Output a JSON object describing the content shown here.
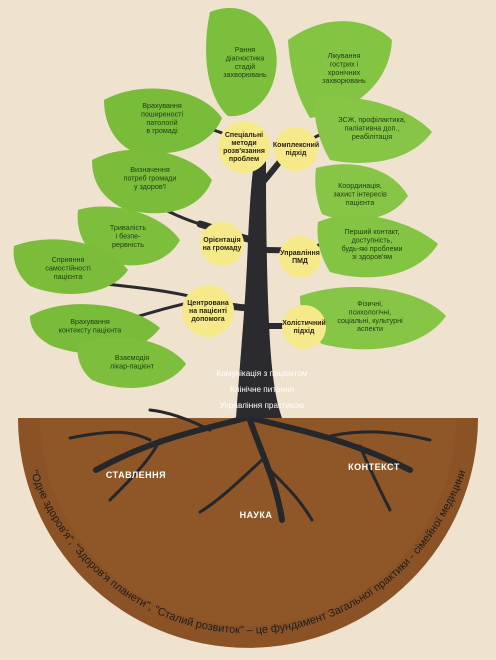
{
  "leaves": [
    {
      "id": "leaf-early-diagnosis",
      "lines": [
        "Рання",
        "діагностика",
        "стадій",
        "захворювань"
      ]
    },
    {
      "id": "leaf-treatment",
      "lines": [
        "Лікування",
        "гострих і",
        "хронічних",
        "захворювань"
      ]
    },
    {
      "id": "leaf-community-problems",
      "lines": [
        "Врахування",
        "поширеності",
        "патологій",
        "в громаді"
      ]
    },
    {
      "id": "leaf-healthy-lifestyle",
      "lines": [
        "ЗСЖ, профілактика,",
        "паліативна доп.,",
        "реабілітація"
      ]
    },
    {
      "id": "leaf-community-needs",
      "lines": [
        "Визначення",
        "потреб громади",
        "у здоров'ї"
      ]
    },
    {
      "id": "leaf-coordination",
      "lines": [
        "Координація,",
        "захист інтересів",
        "пацієнта"
      ]
    },
    {
      "id": "leaf-continuity",
      "lines": [
        "Тривалість",
        "і безпе-",
        "рервність"
      ]
    },
    {
      "id": "leaf-first-contact",
      "lines": [
        "Перший контакт,",
        "доступність,",
        "будь-які проблеми",
        "зі здоров'ям"
      ]
    },
    {
      "id": "leaf-self-reliance",
      "lines": [
        "Сприяння",
        "самостійності",
        "пацієнта"
      ]
    },
    {
      "id": "leaf-patient-context",
      "lines": [
        "Врахування",
        "контексту пацієнта"
      ]
    },
    {
      "id": "leaf-physical-aspects",
      "lines": [
        "Фізичні,",
        "психологічні,",
        "соціальні, культурні",
        "аспекти"
      ]
    },
    {
      "id": "leaf-doctor-relationship",
      "lines": [
        "Взаємодія",
        "лікар-пацієнт"
      ]
    }
  ],
  "nodes": [
    {
      "id": "node-special-methods",
      "lines": [
        "Спеціальні",
        "методи",
        "розв'язання",
        "проблем"
      ]
    },
    {
      "id": "node-complex-approach",
      "lines": [
        "Комплексний",
        "підхід"
      ]
    },
    {
      "id": "node-community-orientation",
      "lines": [
        "Орієнтація",
        "на громаду"
      ]
    },
    {
      "id": "node-pmd-management",
      "lines": [
        "Управління",
        "ПМД"
      ]
    },
    {
      "id": "node-patient-centered",
      "lines": [
        "Центрована",
        "на пацієнті",
        "допомога"
      ]
    },
    {
      "id": "node-holistic-approach",
      "lines": [
        "Холістичний",
        "підхід"
      ]
    }
  ],
  "trunk_labels": [
    "Комунікація з пацієнтом",
    "Клінічне питання",
    "Управління практикою"
  ],
  "root_labels": [
    "СТАВЛЕННЯ",
    "НАУКА",
    "КОНТЕКСТ"
  ],
  "arc_caption": "\"Одне здоров'я\", \"Здоров'я планети\", \"Сталий розвиток\" – це фундамент Загальної практики - сімейної медицини",
  "colors": {
    "background": "#efe2cf",
    "leaf": "#7cbf3c",
    "soil": "#8a5225",
    "trunk": "#2b2b2f",
    "node": "#f6e98a"
  }
}
